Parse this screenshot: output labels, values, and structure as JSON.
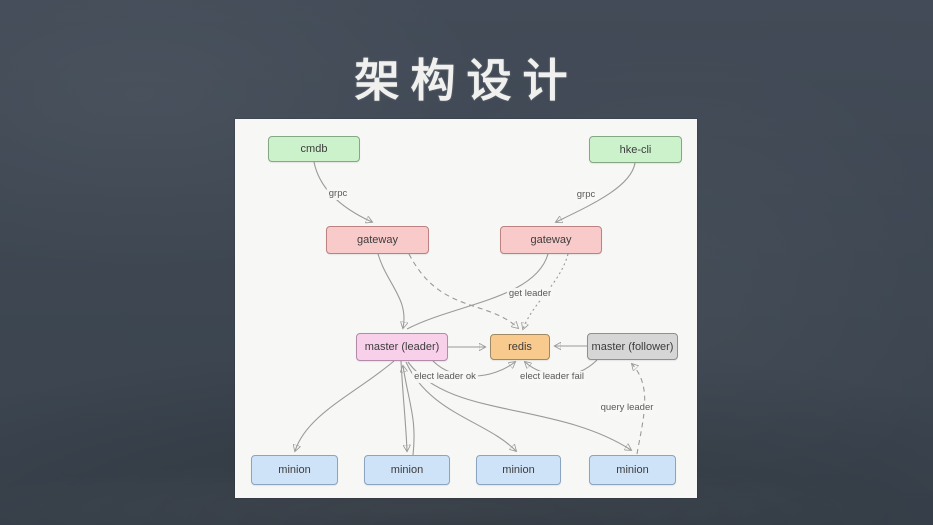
{
  "slide": {
    "title": "架构设计"
  },
  "diagram": {
    "nodes": {
      "cmdb": {
        "label": "cmdb"
      },
      "hke_cli": {
        "label": "hke-cli"
      },
      "gateway_left": {
        "label": "gateway"
      },
      "gateway_right": {
        "label": "gateway"
      },
      "master_leader": {
        "label": "master (leader)"
      },
      "redis": {
        "label": "redis"
      },
      "master_follower": {
        "label": "master (follower)"
      },
      "minion_1": {
        "label": "minion"
      },
      "minion_2": {
        "label": "minion"
      },
      "minion_3": {
        "label": "minion"
      },
      "minion_4": {
        "label": "minion"
      }
    },
    "edge_labels": {
      "grpc_left": "grpc",
      "grpc_right": "grpc",
      "get_leader": "get leader",
      "elect_leader_ok": "elect leader ok",
      "elect_leader_fail": "elect leader fail",
      "query_leader": "query leader"
    },
    "edges": [
      {
        "from": "cmdb",
        "to": "gateway_left",
        "label": "grpc",
        "style": "solid"
      },
      {
        "from": "hke_cli",
        "to": "gateway_right",
        "label": "grpc",
        "style": "solid"
      },
      {
        "from": "gateway_left",
        "to": "master_leader",
        "label": "",
        "style": "solid"
      },
      {
        "from": "gateway_right",
        "to": "master_leader",
        "label": "",
        "style": "solid"
      },
      {
        "from": "gateway_left",
        "to": "redis",
        "label": "get leader",
        "style": "dashed"
      },
      {
        "from": "gateway_right",
        "to": "redis",
        "label": "get leader",
        "style": "dotted"
      },
      {
        "from": "master_leader",
        "to": "redis",
        "label": "",
        "style": "solid"
      },
      {
        "from": "master_follower",
        "to": "redis",
        "label": "",
        "style": "solid"
      },
      {
        "from": "master_leader",
        "to": "redis",
        "label": "elect leader ok",
        "style": "solid"
      },
      {
        "from": "master_follower",
        "to": "redis",
        "label": "elect leader fail",
        "style": "solid"
      },
      {
        "from": "master_leader",
        "to": "minion_1",
        "label": "",
        "style": "solid"
      },
      {
        "from": "master_leader",
        "to": "minion_2",
        "label": "",
        "style": "solid"
      },
      {
        "from": "master_leader",
        "to": "minion_3",
        "label": "",
        "style": "solid"
      },
      {
        "from": "master_leader",
        "to": "minion_4",
        "label": "",
        "style": "solid"
      },
      {
        "from": "minion_2",
        "to": "master_leader",
        "label": "",
        "style": "solid"
      },
      {
        "from": "minion_4",
        "to": "master_follower",
        "label": "query leader",
        "style": "dashed"
      }
    ],
    "colors": {
      "slide_bg": "#3d4650",
      "title_color": "#f0f0ee",
      "panel_bg": "#f7f7f5",
      "edge": "#9a9a9a",
      "node_green_bg": "#ccf2cc",
      "node_green_border": "#84a884",
      "node_pink_bg": "#f9caca",
      "node_pink_border": "#bc8181",
      "node_magenta_bg": "#f8d0ea",
      "node_magenta_border": "#b28bab",
      "node_orange_bg": "#f9ca8e",
      "node_orange_border": "#a08a64",
      "node_gray_bg": "#d6d6d6",
      "node_gray_border": "#8f8f8f",
      "node_blue_bg": "#cfe3f8",
      "node_blue_border": "#8ba4c0"
    }
  }
}
